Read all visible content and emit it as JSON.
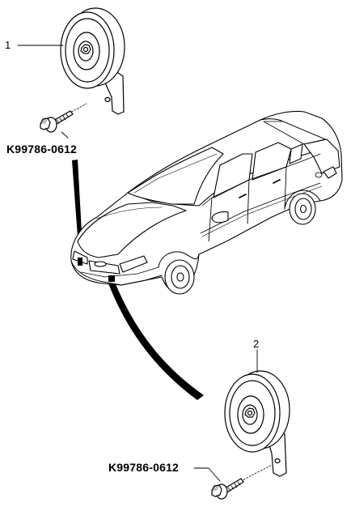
{
  "callouts": {
    "horn_1_number": "1",
    "horn_2_number": "2",
    "bolt_top_part_number": "K99786-0612",
    "bolt_bottom_part_number": "K99786-0612"
  }
}
